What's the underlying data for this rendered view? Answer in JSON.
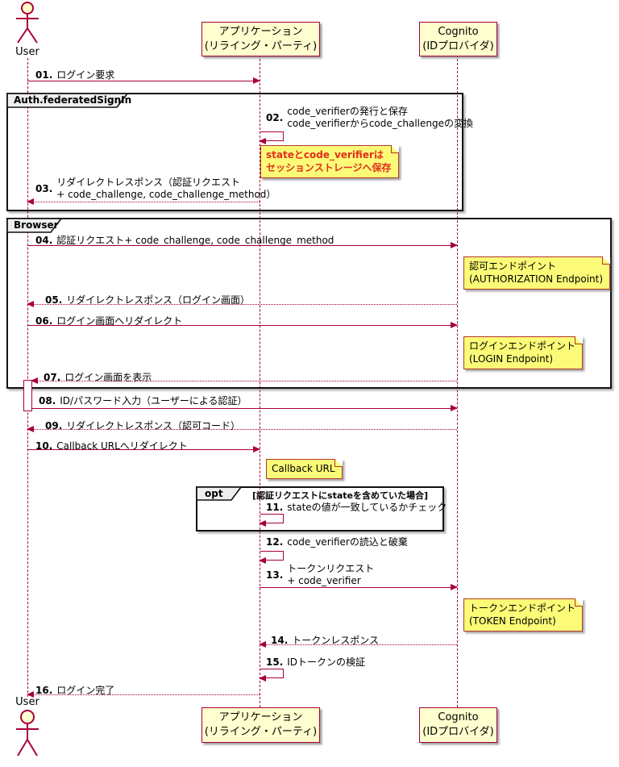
{
  "colors": {
    "accent": "#A80036",
    "participant_fill": "#FEFECE",
    "note_fill": "#FBFB77",
    "group_header_fill": "#EEEEEE",
    "note_red_text": "#E32D1F"
  },
  "actors": {
    "user": {
      "label": "User"
    }
  },
  "participants": [
    {
      "line1": "アプリケーション",
      "line2": "(リライング・パーティ)"
    },
    {
      "line1": "Cognito",
      "line2": "(IDプロバイダ)"
    }
  ],
  "groups": [
    {
      "label": "Auth.federatedSignIn"
    },
    {
      "label": "Browser"
    },
    {
      "label": "opt",
      "condition": "[認証リクエストにstateを含めていた場合]"
    }
  ],
  "messages": [
    {
      "num": "01.",
      "text": "ログイン要求"
    },
    {
      "num": "02.",
      "lines": [
        "code_verifierの発行と保存",
        "code_verifierからcode_challengeの変換"
      ]
    },
    {
      "num": "03.",
      "lines": [
        "リダイレクトレスポンス（認証リクエスト",
        "+ code_challenge, code_challenge_method）"
      ]
    },
    {
      "num": "04.",
      "text": "認証リクエスト+ code_challenge, code_challenge_method"
    },
    {
      "num": "05.",
      "text": "リダイレクトレスポンス（ログイン画面）"
    },
    {
      "num": "06.",
      "text": "ログイン画面へリダイレクト"
    },
    {
      "num": "07.",
      "text": "ログイン画面を表示"
    },
    {
      "num": "08.",
      "text": "ID/パスワード入力（ユーザーによる認証）"
    },
    {
      "num": "09.",
      "text": "リダイレクトレスポンス（認可コード）"
    },
    {
      "num": "10.",
      "text": "Callback URLへリダイレクト"
    },
    {
      "num": "11.",
      "text": "stateの値が一致しているかチェック"
    },
    {
      "num": "12.",
      "text": "code_verifierの読込と破棄"
    },
    {
      "num": "13.",
      "lines": [
        "トークンリクエスト",
        "+ code_verifier"
      ]
    },
    {
      "num": "14.",
      "text": "トークンレスポンス"
    },
    {
      "num": "15.",
      "text": "IDトークンの検証"
    },
    {
      "num": "16.",
      "text": "ログイン完了"
    }
  ],
  "notes": [
    {
      "lines": [
        "stateとcode_verifierは",
        "セッションストレージへ保存"
      ]
    },
    {
      "lines": [
        "認可エンドポイント",
        "(AUTHORIZATION Endpoint)"
      ]
    },
    {
      "lines": [
        "ログインエンドポイント",
        "(LOGIN Endpoint)"
      ]
    },
    {
      "lines": [
        "Callback URL",
        ""
      ]
    },
    {
      "lines": [
        "トークンエンドポイント",
        "(TOKEN Endpoint)"
      ]
    }
  ]
}
